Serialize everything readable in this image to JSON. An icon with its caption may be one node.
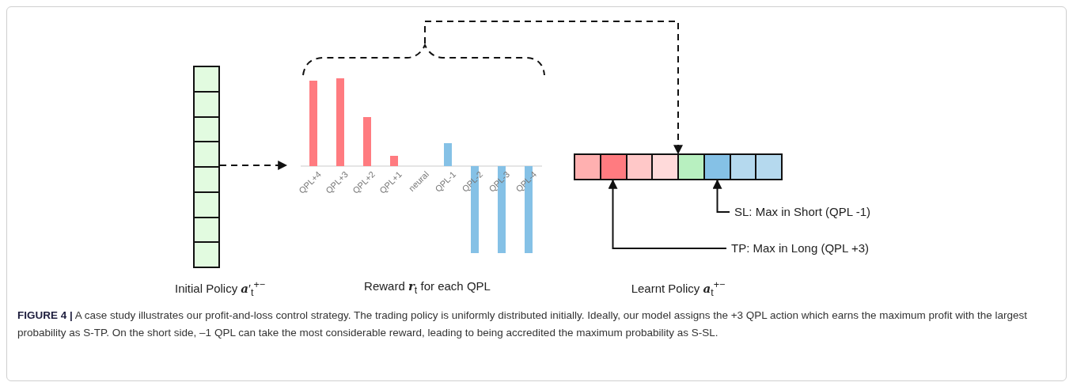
{
  "diagram": {
    "caption": "**FIGURE 4 |** A case study illustrates our profit-and-loss control strategy. The trading policy is uniformly distributed initially. Ideally, our model assigns the +3 QPL action which earns the maximum profit with the largest probability as S-TP. On the short side, –1 QPL can take the most considerable reward, leading to being accredited the maximum probability as S-SL.",
    "nodes": [
      {
        "text": [],
        "shape": "box",
        "beside": [
          "Initial Policy **a**′$_{t}$$^{+−}$"
        ]
      },
      {
        "text": [],
        "shape": "picture",
        "beside": [
          "Reward **r**$_{t}$ for each QPL"
        ]
      },
      {
        "text": [],
        "shape": "box"
      },
      {
        "text": [],
        "shape": "box",
        "in": 2
      },
      {
        "text": [],
        "shape": "box",
        "in": 2
      },
      {
        "text": [],
        "shape": "box",
        "in": 2
      },
      {
        "text": [],
        "shape": "box",
        "in": 2
      },
      {
        "text": [],
        "shape": "box",
        "in": 2
      },
      {
        "text": [],
        "shape": "box",
        "in": 2
      },
      {
        "text": [],
        "shape": "box",
        "in": 2
      },
      {
        "text": [],
        "shape": "box",
        "in": 2
      },
      {
        "text": [
          "SL: Max in Short (QPL -1)"
        ]
      },
      {
        "text": [
          "TP: Max in Long (QPL +3)"
        ]
      }
    ],
    "edges": [
      {
        "from": 0,
        "to": 1,
        "arrow": "to",
        "style": "dashed"
      },
      {
        "from": 1,
        "to": 2,
        "arrow": "to",
        "style": "dashed"
      },
      {
        "from": 11,
        "to": 8,
        "arrow": "to"
      },
      {
        "from": 12,
        "to": 4,
        "arrow": "to"
      }
    ],
    "labels": [
      "QPL+4",
      "QPL+3",
      "QPL+2",
      "QPL+1",
      "neural",
      "QPL-1",
      "QPL-2",
      "QPL-3",
      "QPL-4",
      "Learnt Policy **a**$_{t}$$^{+−}$"
    ]
  }
}
